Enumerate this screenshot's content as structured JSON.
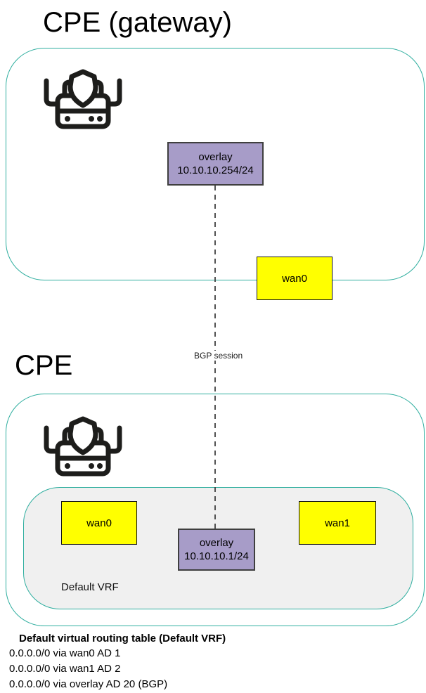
{
  "gateway": {
    "title": "CPE (gateway)",
    "overlay": {
      "name": "overlay",
      "ip": "10.10.10.254/24"
    },
    "wan0": "wan0"
  },
  "bgp": {
    "label": "BGP session"
  },
  "cpe": {
    "title": "CPE",
    "vrf": {
      "label": "Default VRF",
      "wan0": "wan0",
      "wan1": "wan1",
      "overlay": {
        "name": "overlay",
        "ip": "10.10.10.1/24"
      }
    }
  },
  "routing_table": {
    "title": "Default virtual routing table (Default VRF)",
    "routes": [
      "0.0.0.0/0 via wan0 AD 1",
      "0.0.0.0/0 via wan1 AD 2",
      "0.0.0.0/0 via overlay AD 20 (BGP)"
    ]
  },
  "icons": {
    "router": "secure-router-icon"
  },
  "colors": {
    "node_border_teal": "#2fae9f",
    "overlay_fill": "#a79cc8",
    "wan_fill": "#ffff00",
    "vrf_fill": "#f0f0f0",
    "icon_stroke": "#1d1d1b",
    "dashed_line": "#3f3f3f",
    "text": "#000000"
  }
}
